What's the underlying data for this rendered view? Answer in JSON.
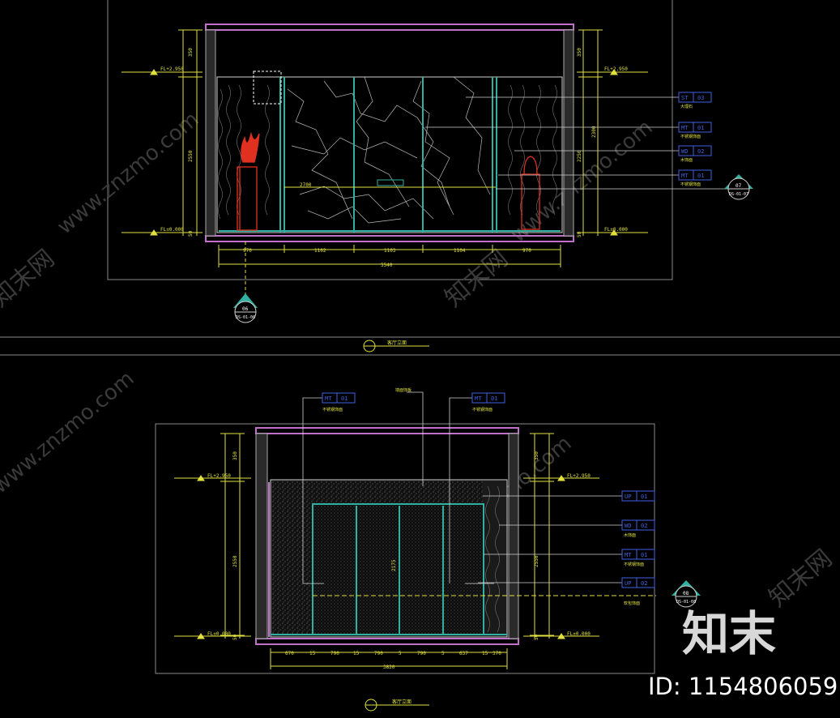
{
  "watermark": {
    "site_text": "www.znzmo.com",
    "brand_cn": "知末网",
    "brand_logo": "知末",
    "id_label": "ID: 1154806059"
  },
  "elevation_a": {
    "title_cn": "客厅立面",
    "dims_bottom": [
      "970",
      "1102",
      "1103",
      "1104",
      "970"
    ],
    "dims_total": "5540",
    "dims_left": [
      "350",
      "2550",
      "50"
    ],
    "dims_right": [
      "350",
      "2300",
      "2250",
      "50"
    ],
    "level_top": "FL+2.950",
    "level_bottom": "FL±0.000",
    "tags": [
      {
        "code": "ST",
        "num": "03",
        "note": "大理石"
      },
      {
        "code": "MT",
        "num": "01",
        "note": "不锈钢饰面"
      },
      {
        "code": "WD",
        "num": "02",
        "note": "木饰面"
      },
      {
        "code": "MT",
        "num": "01",
        "note": "不锈钢饰面"
      }
    ],
    "section_mark_left": {
      "num": "06",
      "ref": "DS-01-06"
    },
    "section_mark_right": {
      "num": "07",
      "ref": "DS-01-07"
    },
    "center_note": "2700"
  },
  "elevation_b": {
    "title_cn": "客厅立面",
    "dims_bottom": [
      "670",
      "15",
      "790",
      "15",
      "790",
      "5",
      "790",
      "5",
      "637",
      "15",
      "370"
    ],
    "dims_total": "3820",
    "dims_left": [
      "350",
      "2550",
      "50"
    ],
    "dims_right": [
      "350",
      "2550",
      "50"
    ],
    "tags_top": [
      {
        "code": "MT",
        "num": "01",
        "note": "不锈钢饰面"
      },
      {
        "code": "MT",
        "num": "01",
        "note": "不锈钢饰面"
      }
    ],
    "top_note": "墙面饰板",
    "tags": [
      {
        "code": "UP",
        "num": "01",
        "note": ""
      },
      {
        "code": "WD",
        "num": "02",
        "note": "木饰面"
      },
      {
        "code": "MT",
        "num": "01",
        "note": "不锈钢饰面"
      },
      {
        "code": "UP",
        "num": "02",
        "note": "软包饰面"
      }
    ],
    "section_mark_right": {
      "num": "08",
      "ref": "DS-01-08"
    },
    "center_note": "2175"
  },
  "colors": {
    "purple": "#c070c8",
    "dim_yellow": "#e0e040",
    "teal": "#30b0a0",
    "white_line": "#d0d0d0",
    "red": "#e03020",
    "tag_blue": "#4060e0"
  }
}
